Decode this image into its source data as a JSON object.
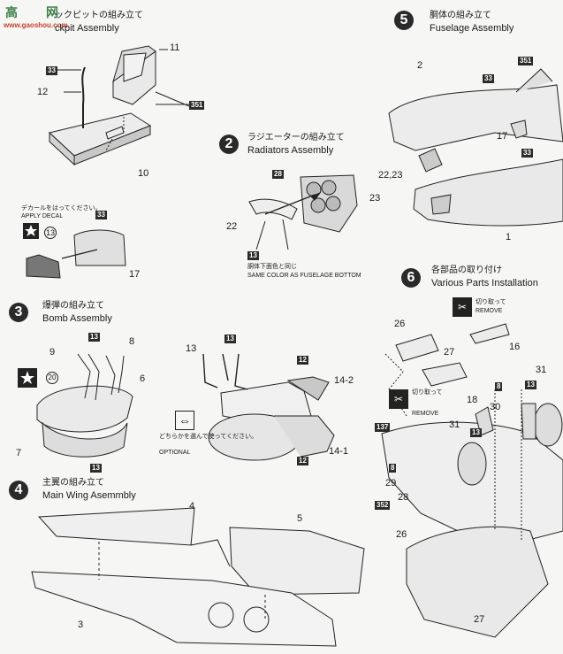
{
  "watermark": {
    "text1": "高",
    "text2": "网",
    "url": "www.gaoshou.com"
  },
  "step1": {
    "jp": "ックピットの組み立て",
    "en": "ckpit Assembly",
    "parts": {
      "p11": "11",
      "p12": "12",
      "p10": "10",
      "c33": "33",
      "c351": "351"
    }
  },
  "step2": {
    "number": "2",
    "jp": "ラジエーターの組み立て",
    "en": "Radiators Assembly",
    "parts": {
      "c28": "28",
      "p23": "23",
      "p22": "22",
      "c13": "13"
    },
    "note_jp": "胴体下面色と同じ",
    "note_en": "SAME COLOR AS FUSELAGE BOTTOM"
  },
  "decal": {
    "jp": "デカールをはってください。",
    "en": "APPLY DECAL",
    "num13": "13",
    "c33": "33",
    "p17": "17"
  },
  "step3": {
    "number": "3",
    "jp": "爆弾の組み立て",
    "en": "Bomb Assembly",
    "parts": {
      "p9": "9",
      "c13": "13",
      "p8": "8",
      "p6": "6",
      "p20": "20",
      "p7": "7",
      "c13b": "13"
    }
  },
  "bomb_alt": {
    "c13": "13",
    "p13": "13",
    "c12a": "12",
    "p14_2": "14-2",
    "p14_1": "14-1",
    "c12b": "12",
    "optional_jp": "どちらかを選んで使ってください。",
    "optional_en": "OPTIONAL"
  },
  "step4": {
    "number": "4",
    "jp": "主翼の組み立て",
    "en": "Main Wing Asemmbly",
    "parts": {
      "p4": "4",
      "p5": "5",
      "p3": "3"
    }
  },
  "step5": {
    "number": "5",
    "jp": "胴体の組み立て",
    "en": "Fuselage Assembly",
    "parts": {
      "p2": "2",
      "c351": "351",
      "c33a": "33",
      "p17": "17",
      "p22_23": "22,23",
      "c33b": "33",
      "p1": "1"
    }
  },
  "step6": {
    "number": "6",
    "jp": "各部品の取り付け",
    "en": "Various Parts Installation",
    "remove_jp": "切り取って",
    "remove_en": "REMOVE",
    "parts": {
      "p26a": "26",
      "p16": "16",
      "p27a": "27",
      "p31a": "31",
      "c8a": "8",
      "c13a": "13",
      "p18": "18",
      "p30": "30",
      "p31b": "31",
      "c137": "137",
      "c13b": "13",
      "c8b": "8",
      "p29": "29",
      "p28": "28",
      "c352": "352",
      "p26b": "26",
      "p27b": "27"
    }
  }
}
